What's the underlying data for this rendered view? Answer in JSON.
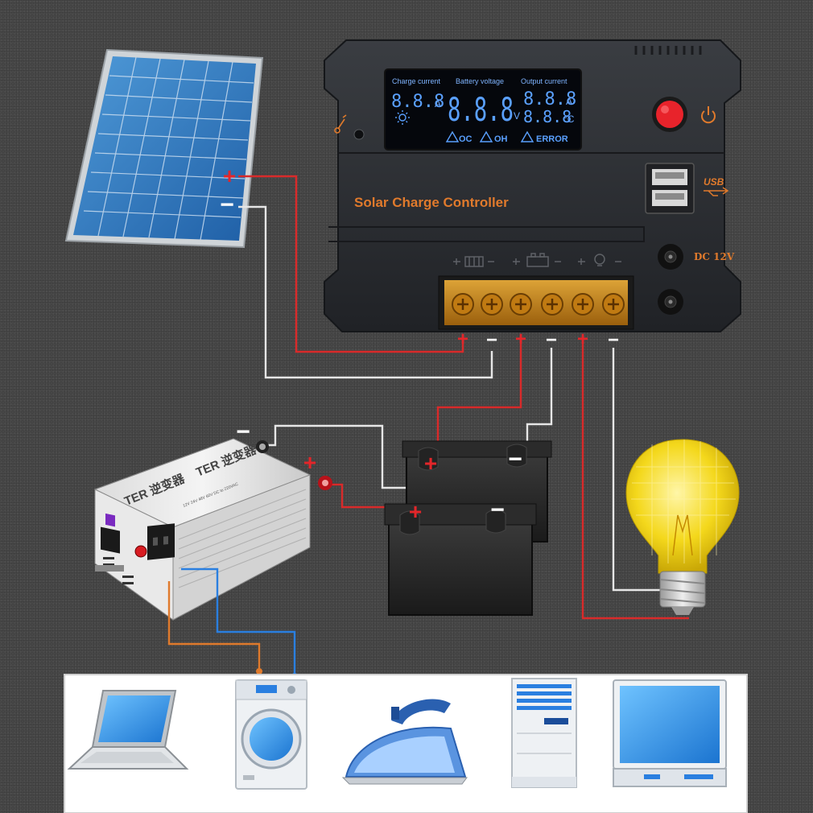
{
  "controller": {
    "title": "Solar Charge Controller",
    "display": {
      "charge_current_label": "Charge current",
      "battery_voltage_label": "Battery voltage",
      "output_current_label": "Output current",
      "charge_current_digits": "8.8.8",
      "battery_voltage_digits": "8.8.8",
      "output_current_digits": "8.8.8",
      "output_temp_digits": "8.8.8",
      "unit_amp_1": "A",
      "unit_volt": "V",
      "unit_amp_2": "A",
      "unit_celsius": "°C",
      "flag_oc": "OC",
      "flag_oh": "OH",
      "flag_error": "ERROR"
    },
    "usb_label": "USB",
    "dc_label": "DC 12V",
    "terminal_signs": [
      "+",
      "−",
      "+",
      "−",
      "+",
      "−"
    ]
  },
  "inverter": {
    "brand_1": "TER 逆变器",
    "brand_2": "TER 逆变器",
    "spec": "12V 24V 48V 60V DC to 220VAC"
  },
  "signs": {
    "panel_plus": "+",
    "panel_minus": "−",
    "inverter_plus": "+",
    "inverter_minus": "−",
    "battery1_plus": "+",
    "battery1_minus": "−",
    "battery2_plus": "+",
    "battery2_minus": "−"
  },
  "colors": {
    "positive_wire": "#d92a2a",
    "negative_wire": "#e6e6e6",
    "ac_live": "#2a7fe0",
    "ac_neutral": "#e07a2c",
    "brand_accent": "#e07a2c",
    "lcd": "#5aa0ff"
  },
  "icons": [
    "solar-panel-icon",
    "battery-icon",
    "inverter-icon",
    "light-bulb-icon",
    "laptop-icon",
    "washing-machine-icon",
    "iron-icon",
    "air-conditioner-icon",
    "monitor-icon",
    "power-icon",
    "thermometer-icon",
    "sun-icon",
    "moon-icon"
  ]
}
